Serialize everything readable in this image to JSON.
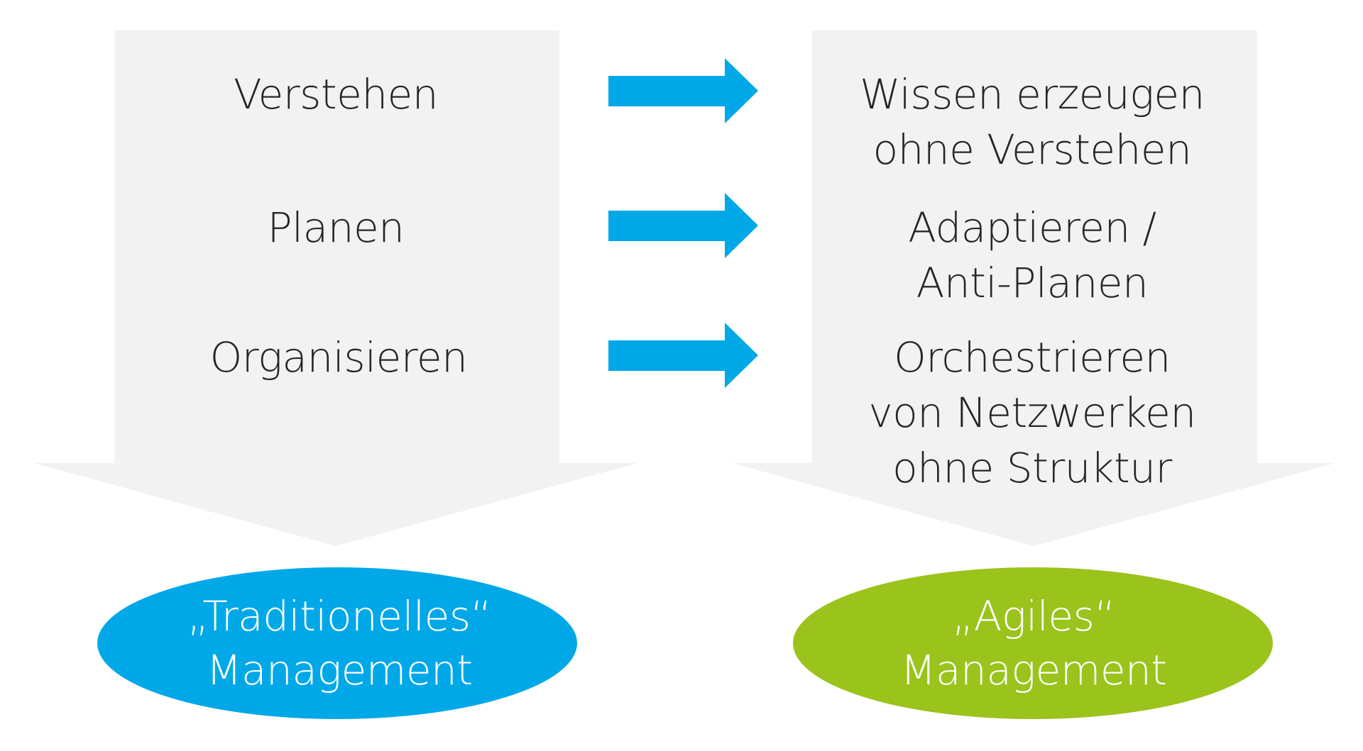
{
  "left_column": {
    "items": [
      {
        "lines": [
          "Verstehen"
        ]
      },
      {
        "lines": [
          "Planen"
        ]
      },
      {
        "lines": [
          "Organisieren"
        ]
      }
    ]
  },
  "right_column": {
    "items": [
      {
        "lines": [
          "Wissen erzeugen",
          "ohne Verstehen"
        ]
      },
      {
        "lines": [
          "Adaptieren /",
          "Anti-Planen"
        ]
      },
      {
        "lines": [
          "Orchestrieren",
          "von Netzwerken",
          "ohne Struktur"
        ]
      }
    ]
  },
  "outcomes": {
    "traditional": {
      "lines": [
        "„Traditionelles“",
        "Management"
      ]
    },
    "agile": {
      "lines": [
        "„Agiles“",
        "Management"
      ]
    }
  },
  "colors": {
    "panel": "#f2f2f2",
    "arrow": "#00a8e8",
    "traditional_ellipse": "#00a8e8",
    "agile_ellipse": "#9ac31c",
    "text": "#262626"
  }
}
